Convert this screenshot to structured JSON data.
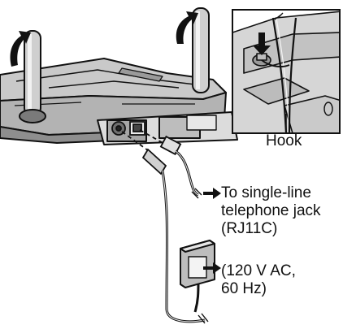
{
  "labels": {
    "hook": "Hook",
    "jack_lines": [
      "To single-line",
      "telephone jack",
      "(RJ11C)"
    ],
    "power_lines": [
      "(120 V AC,",
      "60 Hz)"
    ]
  },
  "colors": {
    "body_fill": "#b8b8b8",
    "body_dark": "#7a7a7a",
    "body_light": "#d9d9d9",
    "outline": "#111111",
    "panel_fill": "#e2e2e2"
  }
}
